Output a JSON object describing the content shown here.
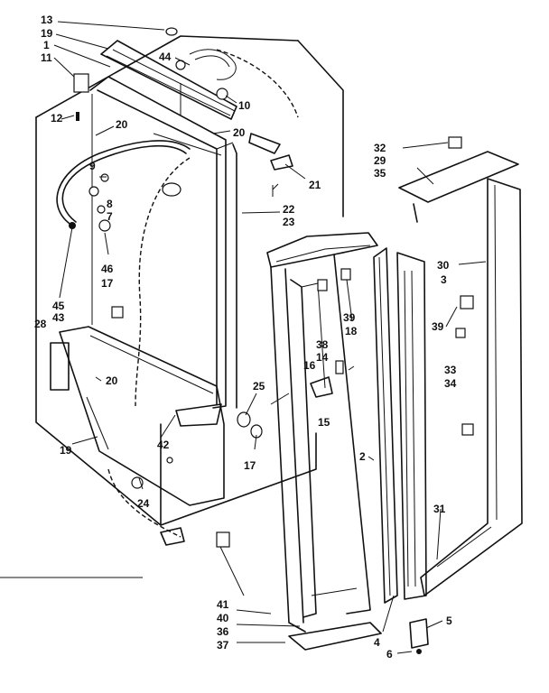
{
  "callouts": {
    "c13": "13",
    "c19a": "19",
    "c1": "1",
    "c11": "11",
    "c12": "12",
    "c20a": "20",
    "c44": "44",
    "c10": "10",
    "c20b": "20",
    "c9": "9",
    "c8": "8",
    "c7": "7",
    "c21": "21",
    "c22": "22",
    "c23": "23",
    "c46": "46",
    "c17a": "17",
    "c45": "45",
    "c43": "43",
    "c28": "28",
    "c20c": "20",
    "c19b": "19",
    "c42": "42",
    "c24": "24",
    "c25": "25",
    "c17b": "17",
    "c32": "32",
    "c29": "29",
    "c35": "35",
    "c30": "30",
    "c3": "3",
    "c39a": "39",
    "c18": "18",
    "c39b": "39",
    "c38": "38",
    "c14": "14",
    "c16": "16",
    "c15": "15",
    "c33": "33",
    "c34": "34",
    "c2": "2",
    "c31": "31",
    "c41": "41",
    "c40": "40",
    "c36": "36",
    "c37": "37",
    "c4": "4",
    "c6": "6",
    "c5": "5"
  }
}
